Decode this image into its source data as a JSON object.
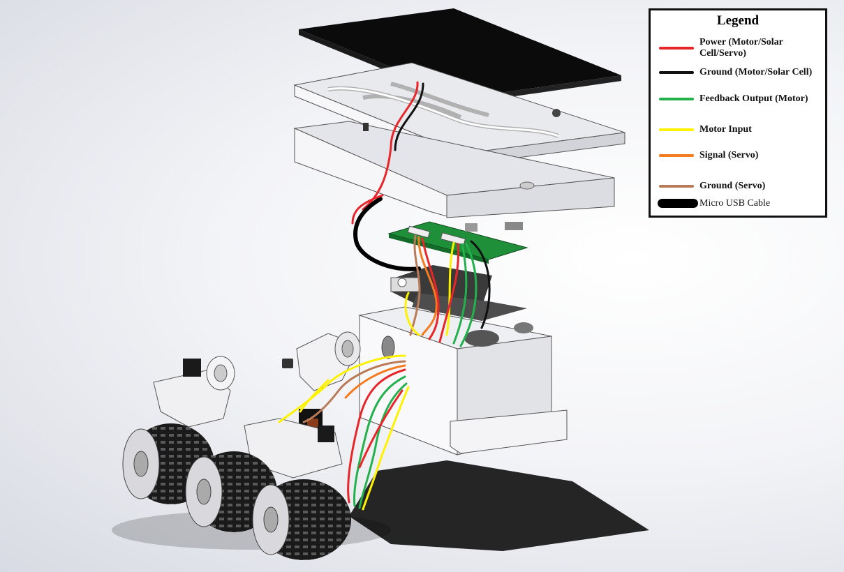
{
  "legend": {
    "title": "Legend",
    "items": [
      {
        "label": "Power (Motor/Solar Cell/Servo)",
        "color": "#e8262a",
        "style": "line"
      },
      {
        "label": "Ground (Motor/Solar Cell)",
        "color": "#111111",
        "style": "line"
      },
      {
        "label": "Feedback Output (Motor)",
        "color": "#22b14c",
        "style": "line"
      },
      {
        "label": "Motor Input",
        "color": "#fff200",
        "style": "line"
      },
      {
        "label": "Signal (Servo)",
        "color": "#f47b20",
        "style": "line"
      },
      {
        "label": "Ground (Servo)",
        "color": "#b97a57",
        "style": "line"
      },
      {
        "label": "Micro USB Cable",
        "color": "#000000",
        "style": "thick"
      }
    ]
  },
  "components": [
    {
      "name": "solar-panel"
    },
    {
      "name": "lid-top"
    },
    {
      "name": "upper-housing"
    },
    {
      "name": "control-board"
    },
    {
      "name": "battery-pack"
    },
    {
      "name": "lower-body"
    },
    {
      "name": "servo-arm"
    },
    {
      "name": "wheel-assembly"
    }
  ]
}
